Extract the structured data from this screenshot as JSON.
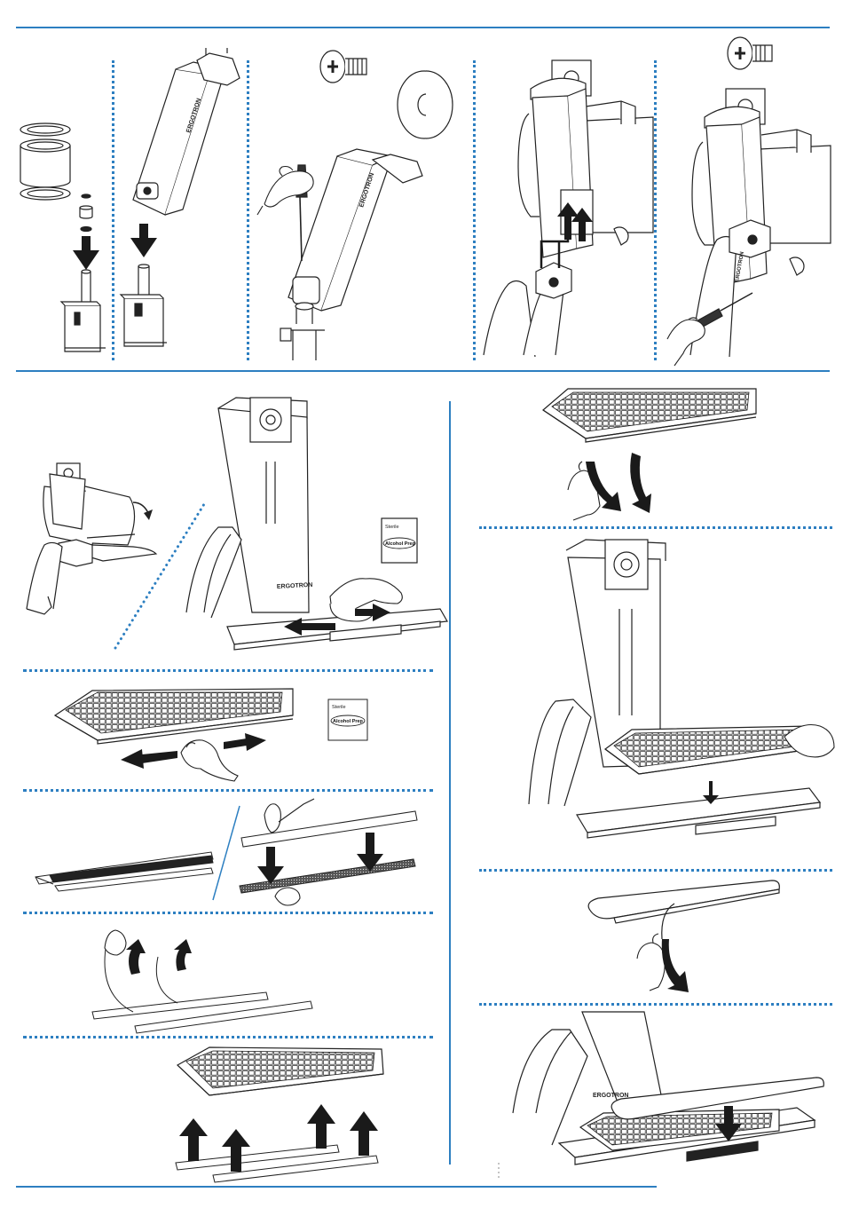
{
  "brand": {
    "logo_text": "ERGOTRON"
  },
  "wipe_packet": {
    "top_label": "Sterile",
    "main_label": "Alcohol Prep"
  },
  "colors": {
    "accent": "#2d7fc1",
    "arrow": "#1a1a1a",
    "line": "#222222"
  },
  "icons": [
    "screw-icon",
    "washer-icon",
    "arrow-down-icon",
    "arrow-up-icon",
    "hand-icon",
    "screwdriver-icon",
    "keyboard-icon"
  ]
}
